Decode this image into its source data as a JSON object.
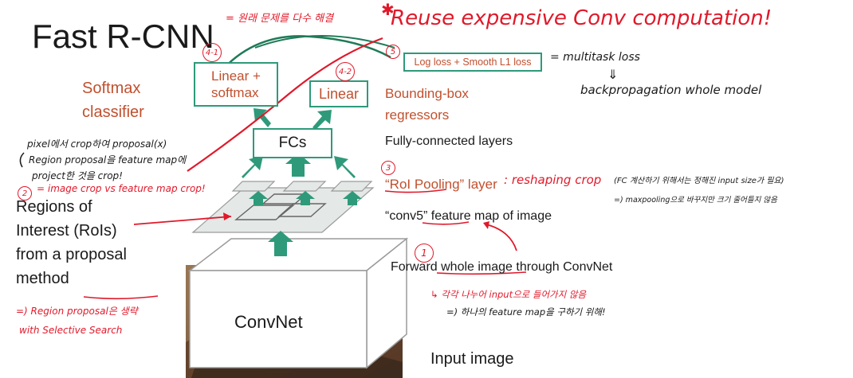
{
  "slide": {
    "title": "Fast R-CNN"
  },
  "diagram": {
    "linear_softmax": "Linear +\nsoftmax",
    "linear": "Linear",
    "fcs": "FCs",
    "convnet": "ConvNet",
    "loss_box": "Log loss + Smooth L1 loss",
    "softmax_classifier": "Softmax\nclassifier",
    "bbox_regressors": "Bounding-box\nregressors",
    "fc_layers": "Fully-connected layers",
    "roi_pooling": "“RoI Pooling” layer",
    "conv5": "“conv5” feature map of image",
    "forward": "Forward whole image through ConvNet",
    "rois": "Regions of\nInterest (RoIs)\nfrom a proposal\nmethod",
    "input_image": "Input image"
  },
  "annotations": {
    "title_note": "= 원래 문제를 다수 해결",
    "headline": "Reuse expensive Conv computation!",
    "multitask": "= multitask loss",
    "arrow_down": "⇓",
    "backprop": "backpropagation whole model",
    "step1": "1",
    "step2": "2",
    "step3": "3",
    "step41": "4-1",
    "step42": "4-2",
    "step5": "5",
    "pixel_crop": "pixel에서 crop하여 proposal(x)",
    "region_project": "Region proposal을 feature map에",
    "project_crop": "project한 것을 crop!",
    "img_vs_feat": "= image crop vs feature map crop!",
    "reshaping": ": reshaping crop",
    "fc_note": "(FC 계산하기 위해서는 정해진 input size가 필요)",
    "maxpool_note": "=) maxpooling으로 바꾸지만 크기 줄어들지 않음",
    "each_input": "↳ 각각 나누어 input으로 들어가지 않음",
    "one_feature": "=) 하나의 feature map을 구하기 위해!",
    "region_selective": "=) Region proposal은 생략",
    "with_ss": "with Selective Search"
  },
  "colors": {
    "teal": "#2e9a7a",
    "orange_text": "#c1502e",
    "pen_red": "#e0192a",
    "pen_green": "#1f7a58",
    "feature_fill": "#e4e8e6"
  },
  "icons": [
    "up-arrow-icon",
    "diagonal-arrow-icon",
    "star-icon"
  ]
}
